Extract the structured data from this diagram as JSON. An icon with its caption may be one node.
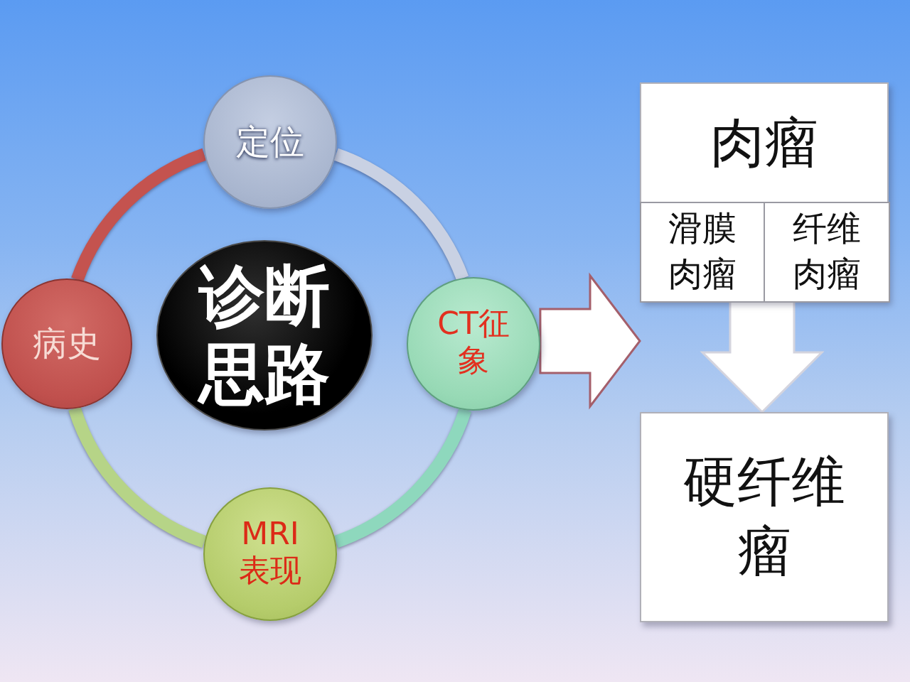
{
  "diagram": {
    "nodes": [
      {
        "text": [
          "诊断思路"
        ]
      },
      {
        "text": [
          "定位"
        ]
      },
      {
        "text": [
          "CT征象"
        ]
      },
      {
        "text": [
          "MRI表现"
        ]
      },
      {
        "text": [
          "病史"
        ]
      },
      {
        "text": [
          "肉瘤"
        ]
      },
      {
        "text": [
          "滑膜肉瘤"
        ],
        "in": 5
      },
      {
        "text": [
          "纤维肉瘤"
        ],
        "in": 5
      },
      {
        "text": [
          "硬纤维瘤"
        ]
      }
    ],
    "edges": [
      {
        "from": 1,
        "to": 2,
        "arrow": "none",
        "color": "#c9d1e3"
      },
      {
        "from": 2,
        "to": 3,
        "arrow": "none",
        "color": "#8ed8bd"
      },
      {
        "from": 3,
        "to": 4,
        "arrow": "none",
        "color": "#b6d487"
      },
      {
        "from": 4,
        "to": 1,
        "arrow": "none",
        "color": "#c4534f"
      },
      {
        "from": 2,
        "to": 5,
        "arrow": "to",
        "style": "thick",
        "color": "#ffffff"
      },
      {
        "from": 5,
        "to": 8,
        "arrow": "to",
        "style": "thick",
        "color": "#ffffff"
      }
    ]
  }
}
